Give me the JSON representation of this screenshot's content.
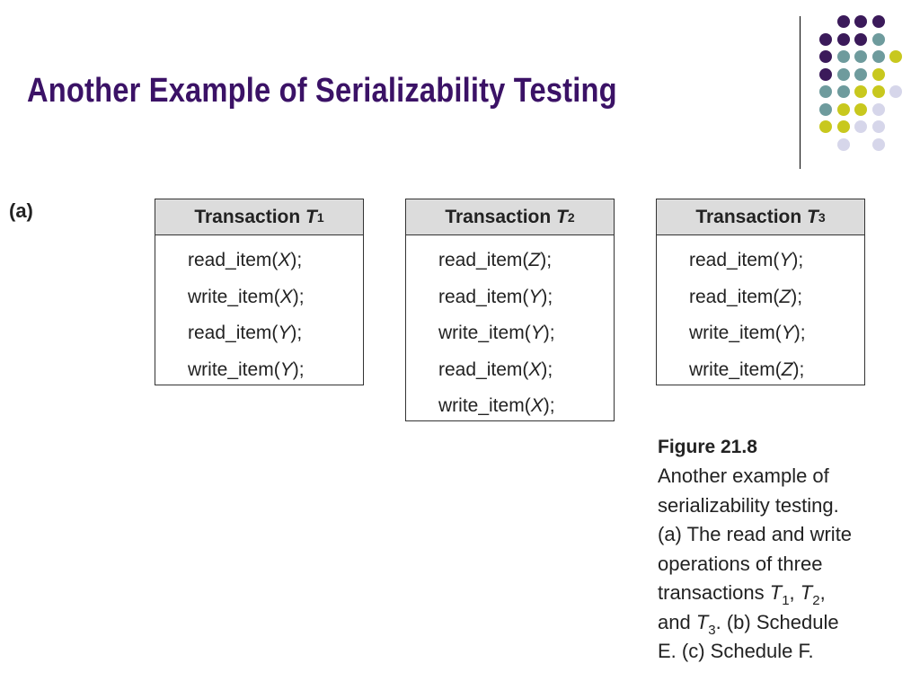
{
  "slide": {
    "title": "Another Example of Serializability Testing",
    "panel_label": "(a)"
  },
  "decor": {
    "colors": {
      "purple": "#3b1a5a",
      "teal": "#6e9b9d",
      "yellow": "#c8c81e",
      "lavender": "#d6d6ea",
      "title": "#3b1266"
    }
  },
  "transactions": [
    {
      "header_prefix": "Transaction ",
      "header_var": "T",
      "header_sub": "1",
      "ops": [
        "read_item(X);",
        "write_item(X);",
        "read_item(Y);",
        "write_item(Y);"
      ]
    },
    {
      "header_prefix": "Transaction ",
      "header_var": "T",
      "header_sub": "2",
      "ops": [
        "read_item(Z);",
        "read_item(Y);",
        "write_item(Y);",
        "read_item(X);",
        "write_item(X);"
      ]
    },
    {
      "header_prefix": "Transaction ",
      "header_var": "T",
      "header_sub": "3",
      "ops": [
        "read_item(Y);",
        "read_item(Z);",
        "write_item(Y);",
        "write_item(Z);"
      ]
    }
  ],
  "caption": {
    "figure_label": "Figure 21.8",
    "line1": "Another example of",
    "line2": "serializability testing.",
    "line3": "(a) The read and write",
    "line4": "operations of three",
    "line5_pre": "transactions ",
    "t_var": "T",
    "sub1": "1",
    "sep1": ", ",
    "sub2": "2",
    "sep2": ",",
    "line6_pre": "and ",
    "sub3": "3",
    "line6_post": ". (b) Schedule",
    "line7": "E. (c) Schedule F."
  }
}
